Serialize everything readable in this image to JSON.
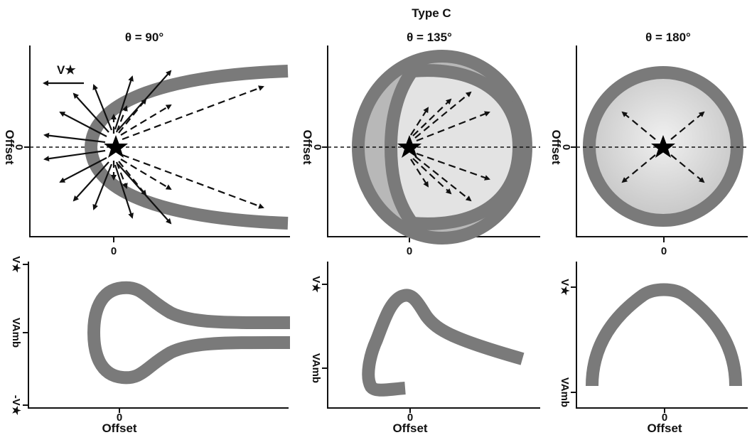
{
  "figure": {
    "super_title": "Type C",
    "panels": [
      {
        "title": "θ = 90°",
        "x_tick": "0",
        "y_tick": "0",
        "y_label": "Offset",
        "vstar_label": "V★"
      },
      {
        "title": "θ = 135°",
        "x_tick": "0",
        "y_tick": "0",
        "y_label": "Offset"
      },
      {
        "title": "θ = 180°",
        "x_tick": "0",
        "y_tick": "0",
        "y_label": "Offset"
      }
    ],
    "bottom": [
      {
        "x_tick": "0",
        "x_label": "Offset",
        "y_ticks": [
          "V★",
          "VAmb",
          "-V★"
        ]
      },
      {
        "x_tick": "0",
        "x_label": "Offset",
        "y_ticks": [
          "V★",
          "VAmb"
        ]
      },
      {
        "x_tick": "0",
        "x_label": "Offset",
        "y_ticks": [
          "V★",
          "VAmb"
        ]
      }
    ]
  },
  "colors": {
    "shell": "#7a7a7a",
    "fill_light": "#e3e3e3",
    "fill_mid": "#b8b8b8",
    "ink": "#111111"
  }
}
